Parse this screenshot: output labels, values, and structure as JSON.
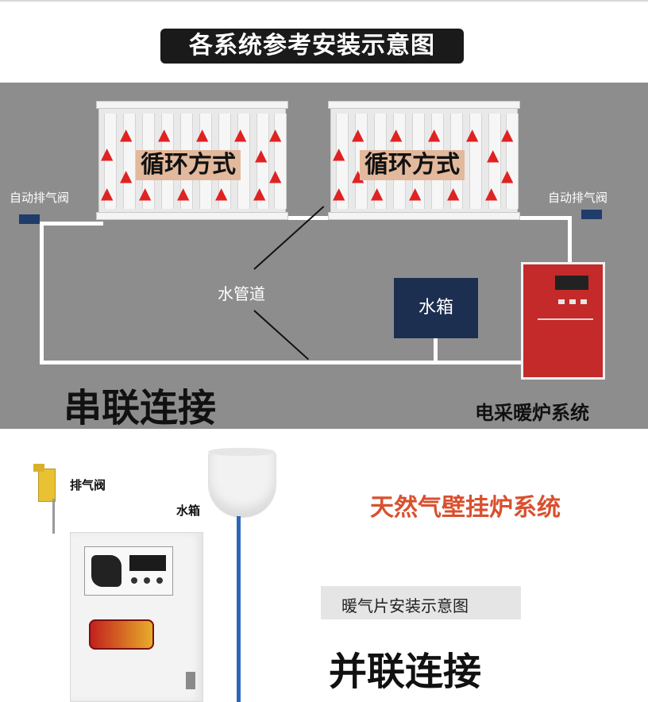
{
  "title": "各系统参考安装示意图",
  "top_diagram": {
    "radiator_labels": [
      "循环方式",
      "循环方式"
    ],
    "left_valve_label": "自动排气阀",
    "right_valve_label": "自动排气阀",
    "pipe_label": "水管道",
    "tank_label": "水箱",
    "connection_label": "串联连接",
    "system_label": "电采暖炉系统",
    "arrow_glyph": "▲",
    "colors": {
      "panel": "#8d8d8d",
      "arrow": "#e02222",
      "tag": "#e2b99d",
      "tank": "#1d2f50",
      "boiler": "#c42a2a"
    }
  },
  "bottom_diagram": {
    "valve_label": "排气阀",
    "tank_label": "水箱",
    "system_label": "天然气壁挂炉系统",
    "install_label": "暖气片安装示意图",
    "connection_label": "并联连接",
    "colors": {
      "system_text": "#d9502f",
      "valve": "#e8c233",
      "water_pipe": "#2c66b8"
    }
  }
}
